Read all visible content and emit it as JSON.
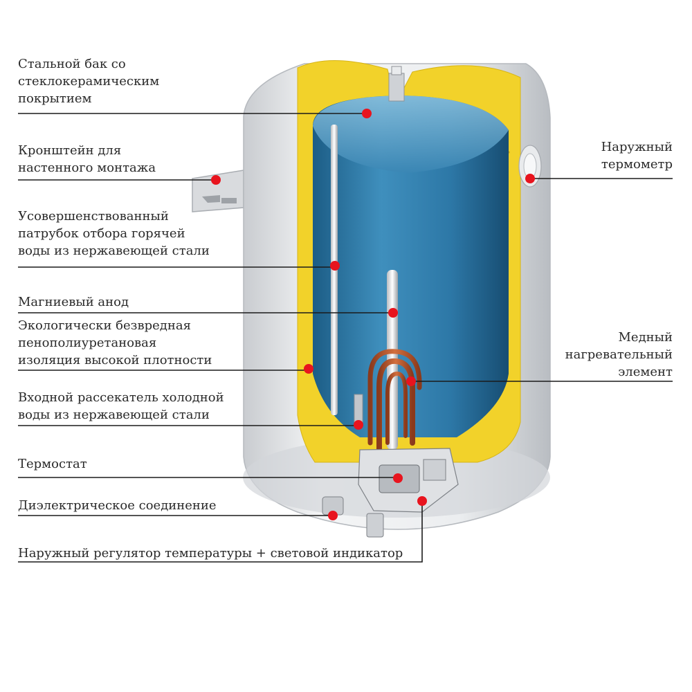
{
  "labels": {
    "steel_tank": "Стальной бак со\nстеклокерамическим\nпокрытием",
    "wall_bracket": "Кронштейн для\nнастенного монтажа",
    "hot_water_outlet": "Усовершенствованный\nпатрубок отбора горячей\nводы из нержавеющей стали",
    "magnesium_anode": "Магниевый анод",
    "insulation": "Экологически безвредная\nпенополиуретановая\nизоляция высокой плотности",
    "cold_water_diffuser": "Входной рассекатель холодной\nводы из нержавеющей стали",
    "thermostat": "Термостат",
    "dielectric_connection": "Диэлектрическое соединение",
    "external_regulator": "Наружный регулятор температуры + световой индикатор",
    "external_thermometer": "Наружный\nтермометр",
    "copper_heating_element": "Медный\nнагревательный\nэлемент"
  },
  "colors": {
    "marker": "#e8141e",
    "leader_line": "#1a1a1a",
    "insulation": "#f2d22a",
    "water": "#2f7aa8",
    "casing": "#e4e6e8",
    "copper": "#b4532a"
  }
}
